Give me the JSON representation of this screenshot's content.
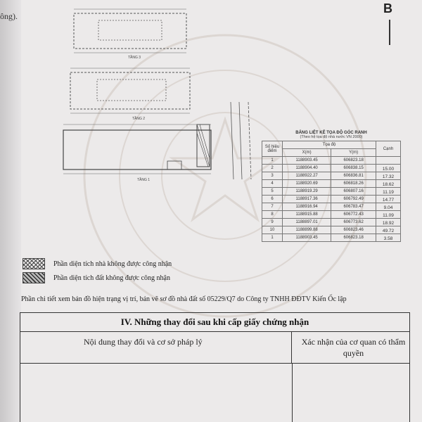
{
  "header": {
    "corner_text": "ông).",
    "page_letter": "B"
  },
  "floor_labels": [
    "TẦNG 3",
    "TẦNG 2",
    "TẦNG 1"
  ],
  "coord_table": {
    "title": "BẢNG LIỆT KÊ TỌA ĐỘ GÓC RANH",
    "subtitle": "(Theo hệ tọa độ nhà nước VN 2000)",
    "col_point": "Số hiệu điểm",
    "col_coord": "Tọa độ",
    "col_x": "X(m)",
    "col_y": "Y(m)",
    "col_edge": "Cạnh",
    "rows": [
      {
        "point": "1",
        "x": "1188903.45",
        "y": "606823.18"
      },
      {
        "point": "2",
        "x": "1188904.40",
        "y": "606838.15"
      },
      {
        "point": "3",
        "x": "1188922.27",
        "y": "606836.81"
      },
      {
        "point": "4",
        "x": "1188920.69",
        "y": "606818.26"
      },
      {
        "point": "5",
        "x": "1188919.29",
        "y": "606807.16"
      },
      {
        "point": "6",
        "x": "1188917.36",
        "y": "606792.49"
      },
      {
        "point": "7",
        "x": "1188916.94",
        "y": "606783.47"
      },
      {
        "point": "8",
        "x": "1188915.88",
        "y": "606772.43"
      },
      {
        "point": "9",
        "x": "1188897.01",
        "y": "606773.62"
      },
      {
        "point": "10",
        "x": "1188899.88",
        "y": "606823.46"
      },
      {
        "point": "1",
        "x": "1188903.45",
        "y": "606823.18"
      }
    ],
    "edges": [
      "15.00",
      "17.32",
      "18.62",
      "11.19",
      "14.77",
      "9.04",
      "11.09",
      "18.92",
      "49.72",
      "3.58"
    ]
  },
  "legend": {
    "house_not_recognized": "Phần diện tích nhà không được công nhận",
    "land_not_recognized": "Phần diện tích đất không được công nhận"
  },
  "note": "Phần chi tiết xem bản đồ hiện trạng vị trí, bản vẽ sơ đồ nhà đất số 05229/Q7 do Công ty TNHH ĐĐTV Kiến Ốc lập",
  "section_iv": {
    "title": "IV. Những thay đổi sau khi cấp giấy chứng nhận",
    "col1": "Nội dung thay đổi và cơ sở pháp lý",
    "col2": "Xác nhận của cơ quan có thẩm quyền"
  }
}
